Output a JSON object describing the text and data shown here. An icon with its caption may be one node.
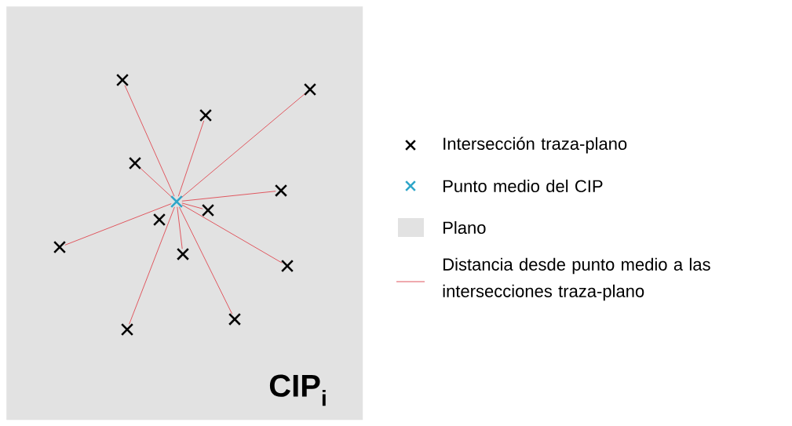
{
  "diagram": {
    "nodes": [
      {
        "text": [
          "CIP$_{i}$"
        ]
      },
      {
        "text": [],
        "shape": "cross",
        "in": 0
      },
      {
        "text": [],
        "shape": "cross",
        "in": 0
      },
      {
        "text": [],
        "shape": "cross",
        "in": 0
      },
      {
        "text": [],
        "shape": "cross",
        "in": 0
      },
      {
        "text": [],
        "shape": "cross",
        "in": 0
      },
      {
        "text": [],
        "shape": "cross",
        "in": 0
      },
      {
        "text": [],
        "shape": "cross",
        "in": 0
      },
      {
        "text": [],
        "shape": "cross",
        "in": 0
      },
      {
        "text": [],
        "shape": "cross",
        "in": 0
      },
      {
        "text": [],
        "shape": "cross",
        "in": 0
      },
      {
        "text": [],
        "shape": "cross",
        "in": 0
      },
      {
        "text": [],
        "shape": "cross",
        "in": 0
      },
      {
        "text": [],
        "shape": "cross",
        "in": 0
      }
    ],
    "edges": [
      {
        "from": 1,
        "to": 2,
        "arrow": "none"
      },
      {
        "from": 1,
        "to": 3,
        "arrow": "none"
      },
      {
        "from": 1,
        "to": 4,
        "arrow": "none"
      },
      {
        "from": 1,
        "to": 5,
        "arrow": "none"
      },
      {
        "from": 1,
        "to": 7,
        "arrow": "none"
      },
      {
        "from": 1,
        "to": 8,
        "arrow": "none"
      },
      {
        "from": 1,
        "to": 9,
        "arrow": "none"
      },
      {
        "from": 1,
        "to": 10,
        "arrow": "none"
      },
      {
        "from": 1,
        "to": 11,
        "arrow": "none"
      },
      {
        "from": 1,
        "to": 12,
        "arrow": "none"
      },
      {
        "from": 1,
        "to": 13,
        "arrow": "none"
      }
    ],
    "legend": [
      {
        "text": "Intersección traza-plano"
      },
      {
        "text": "Punto medio del CIP"
      },
      {
        "text": "Plano",
        "color": "#e2e2e2"
      },
      {
        "text": "Distancia desde punto medio a las intersecciones traza-plano"
      }
    ]
  }
}
